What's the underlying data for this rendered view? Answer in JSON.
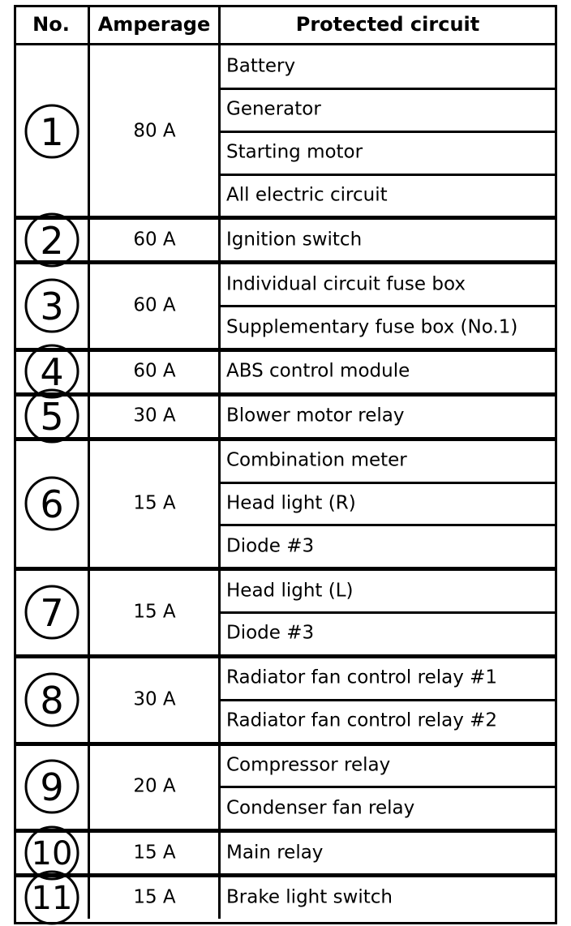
{
  "table": {
    "headers": {
      "no": "No.",
      "amperage": "Amperage",
      "protected_circuit": "Protected circuit"
    },
    "rows": [
      {
        "no": "1",
        "amperage": "80 A",
        "circuits": [
          "Battery",
          "Generator",
          "Starting motor",
          "All electric circuit"
        ]
      },
      {
        "no": "2",
        "amperage": "60 A",
        "circuits": [
          "Ignition switch"
        ]
      },
      {
        "no": "3",
        "amperage": "60 A",
        "circuits": [
          "Individual circuit fuse box",
          "Supplementary fuse box (No.1)"
        ]
      },
      {
        "no": "4",
        "amperage": "60 A",
        "circuits": [
          "ABS control module"
        ]
      },
      {
        "no": "5",
        "amperage": "30 A",
        "circuits": [
          "Blower motor relay"
        ]
      },
      {
        "no": "6",
        "amperage": "15 A",
        "circuits": [
          "Combination meter",
          "Head light (R)",
          "Diode #3"
        ]
      },
      {
        "no": "7",
        "amperage": "15 A",
        "circuits": [
          "Head light (L)",
          "Diode #3"
        ]
      },
      {
        "no": "8",
        "amperage": "30 A",
        "circuits": [
          "Radiator fan control relay #1",
          "Radiator fan control relay #2"
        ]
      },
      {
        "no": "9",
        "amperage": "20 A",
        "circuits": [
          "Compressor relay",
          "Condenser fan relay"
        ]
      },
      {
        "no": "10",
        "amperage": "15 A",
        "circuits": [
          "Main relay"
        ]
      },
      {
        "no": "11",
        "amperage": "15 A",
        "circuits": [
          "Brake light switch"
        ]
      }
    ]
  }
}
